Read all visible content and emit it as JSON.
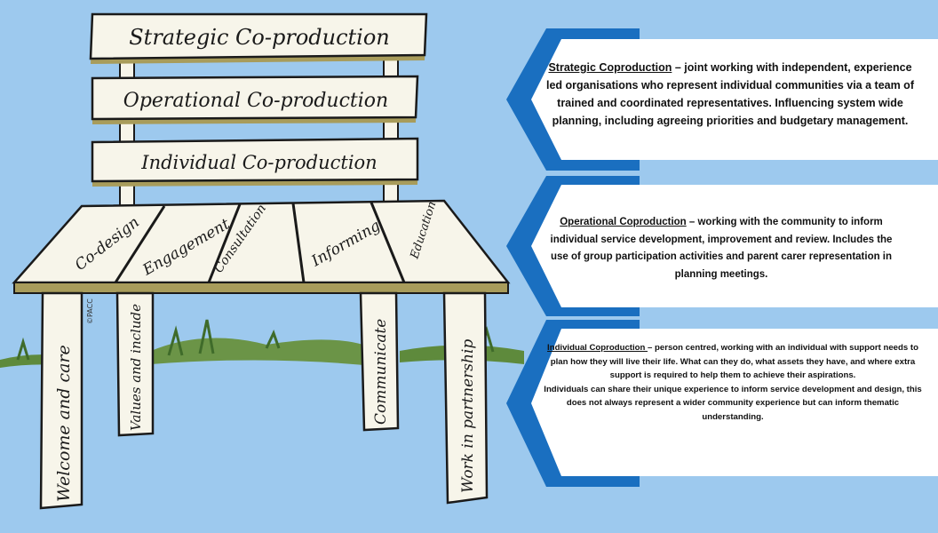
{
  "bench": {
    "backrest": {
      "strategic": "Strategic Co-production",
      "operational": "Operational Co-production",
      "individual": "Individual Co-production"
    },
    "seat": {
      "codesign": "Co-design",
      "engagement": "Engagement",
      "consultation": "Consultation",
      "informing": "Informing",
      "education": "Education"
    },
    "legs": {
      "welcome": "Welcome and care",
      "values": "Values and include",
      "communicate": "Communicate",
      "partnership": "Work in partnership"
    },
    "credit": "©PACC"
  },
  "panels": {
    "strategic": {
      "term": "Strategic Coproduction",
      "text": " – joint working with independent, experience led organisations who represent individual communities via a team of trained and coordinated representatives. Influencing system wide planning, including agreeing priorities and budgetary management."
    },
    "operational": {
      "term": "Operational Coproduction",
      "text": " – working with the community to inform individual service development, improvement and review. Includes the use of group participation activities and parent carer representation in planning meetings."
    },
    "individual": {
      "term": "Individual Coproduction ",
      "text": "– person centred, working with an individual with support needs to plan how they will live their life. What can they do, what assets they have, and where extra support is required to help them to achieve their aspirations.",
      "extra": "Individuals can share their unique experience to inform service development and design, this does not always represent a wider community experience but can inform thematic understanding."
    }
  },
  "colors": {
    "background": "#9dc9ee",
    "panel_blue": "#1a6fc0",
    "wood": "#f7f5ea",
    "wood_shadow": "#a89c5b",
    "grass": "#5e8a3c"
  }
}
